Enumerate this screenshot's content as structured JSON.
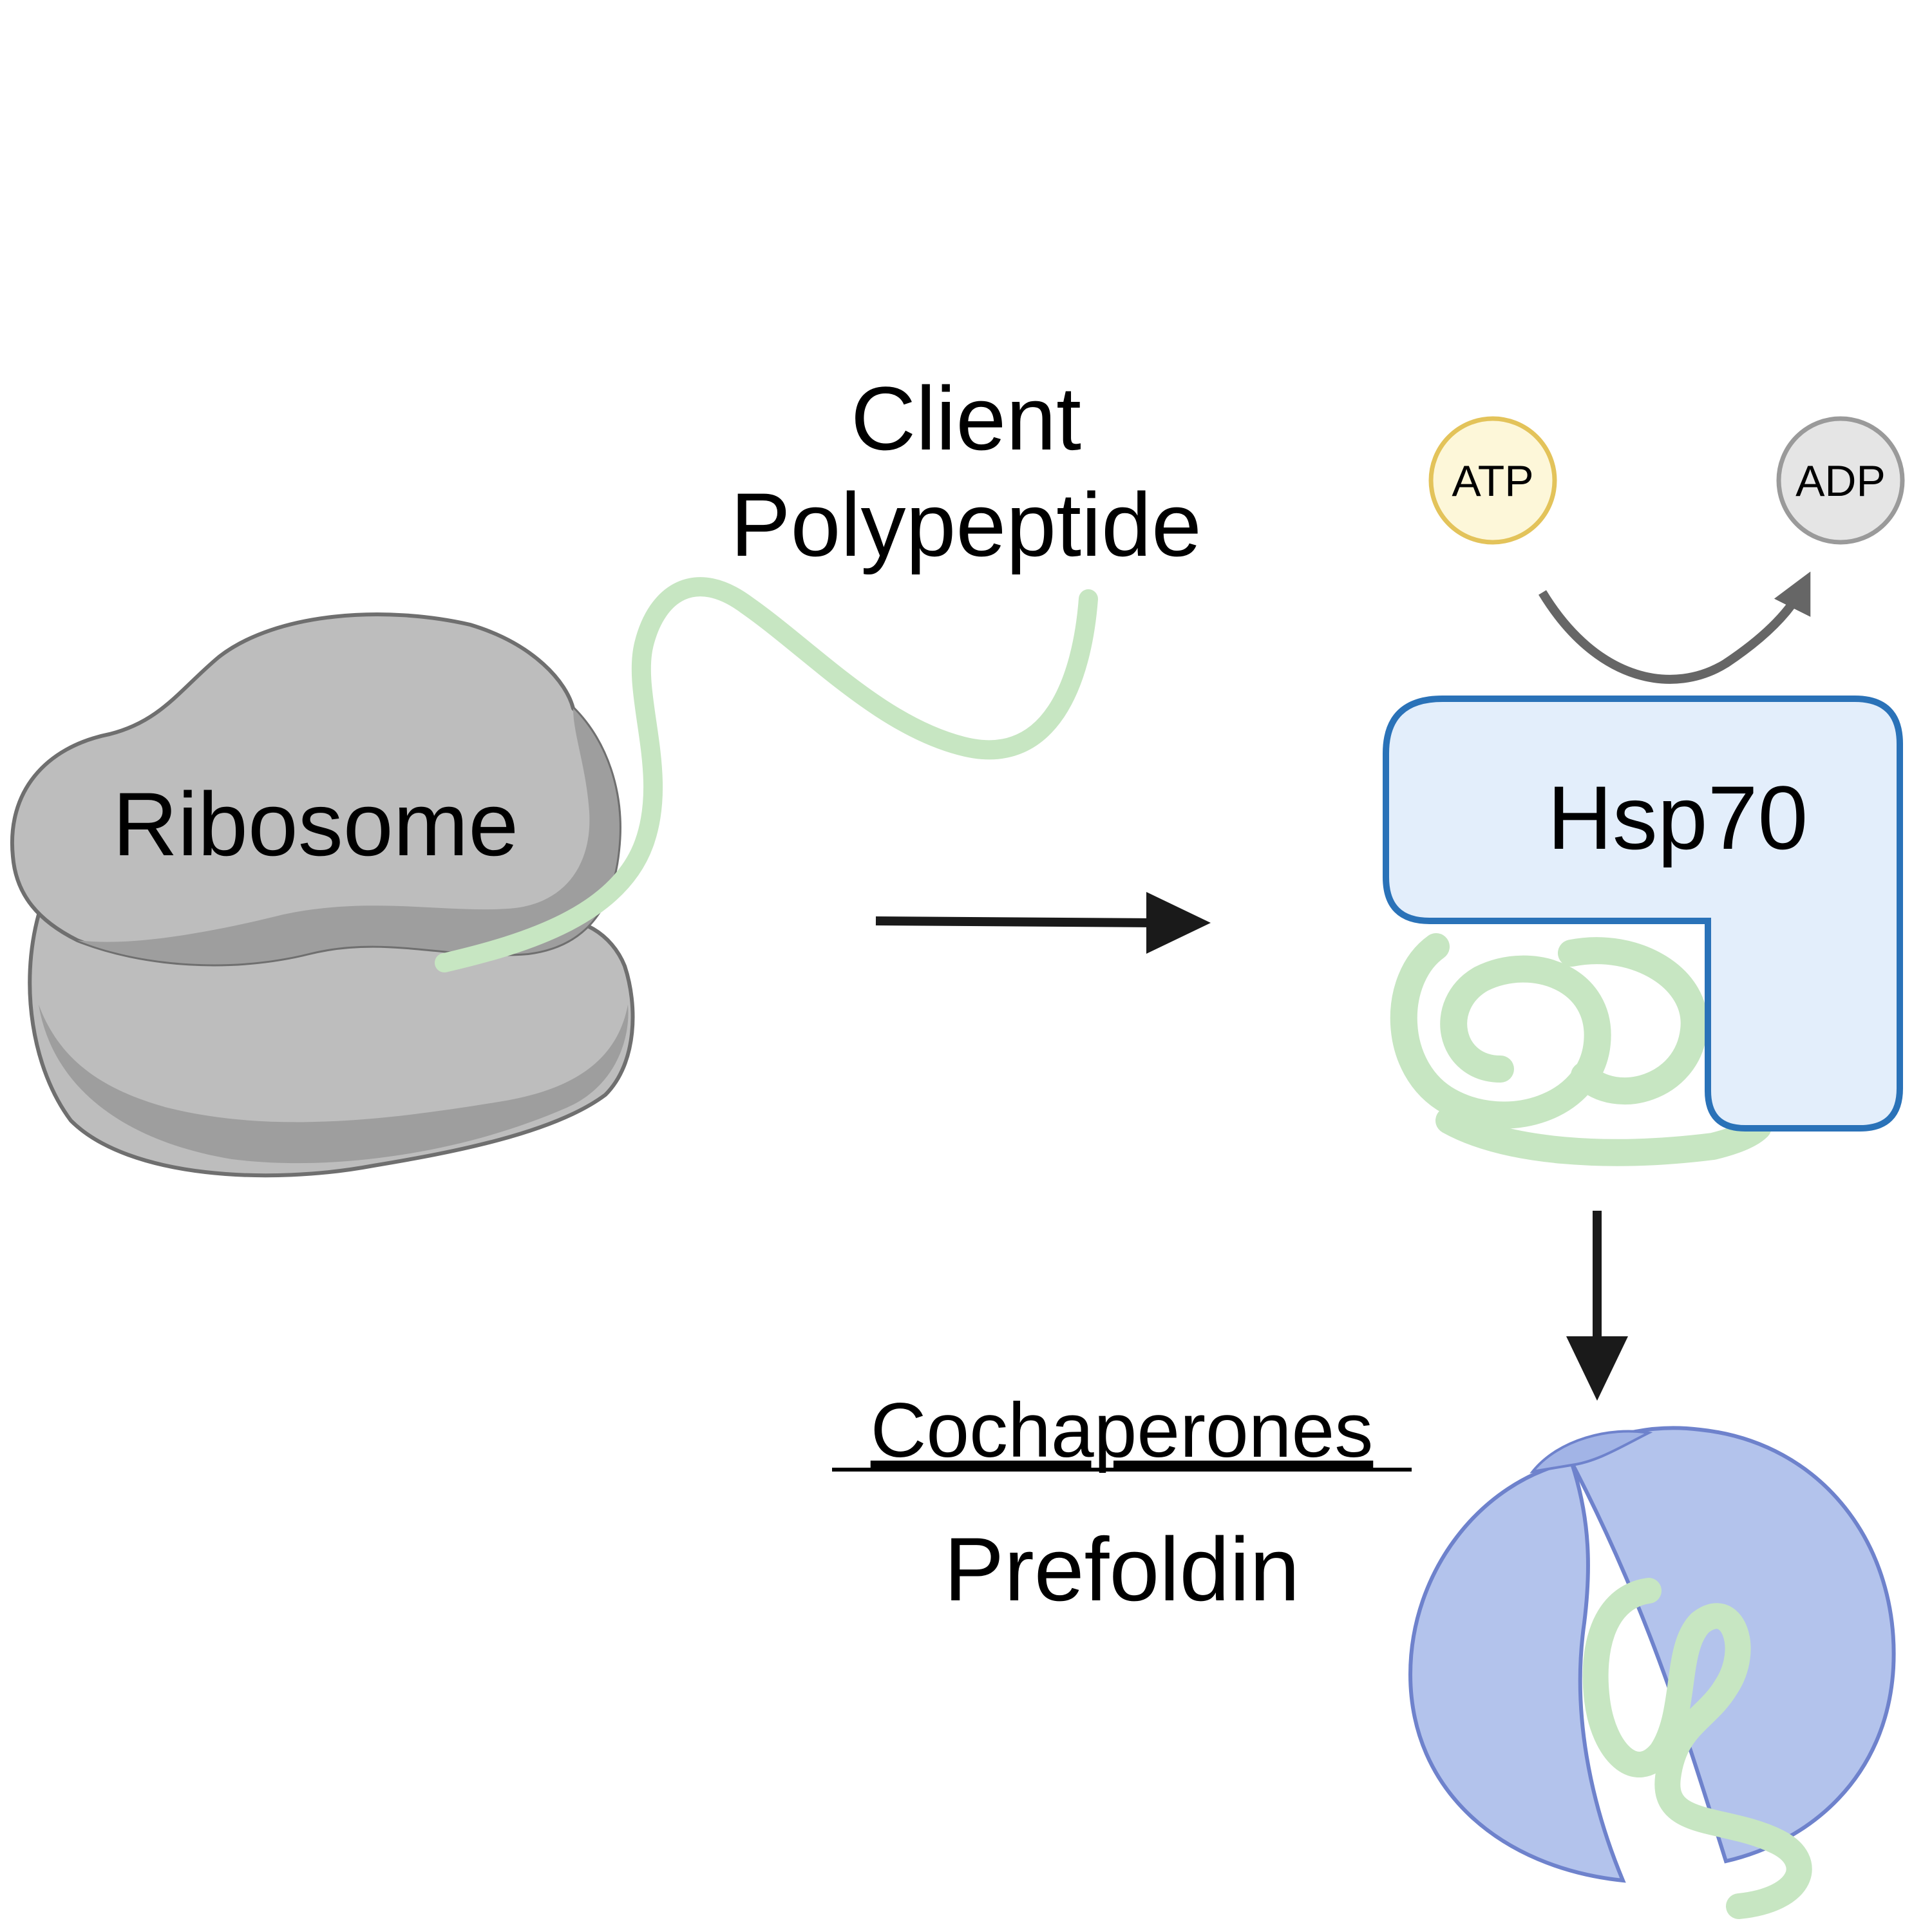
{
  "labels": {
    "client_line1": "Client",
    "client_line2": "Polypeptide",
    "ribosome": "Ribosome",
    "atp": "ATP",
    "adp": "ADP",
    "hsp70": "Hsp70",
    "cochaperones": "Cochaperones",
    "prefoldin": "Prefoldin"
  },
  "colors": {
    "ribosome_light": "#bdbdbd",
    "ribosome_dark": "#9e9e9e",
    "ribosome_outline": "#6f6f6f",
    "polypeptide": "#c7e6c2",
    "hsp70_fill": "#e3eefb",
    "hsp70_outline": "#2a72b8",
    "atp_fill": "#fdf7d9",
    "atp_outline": "#e3c35a",
    "adp_fill": "#e5e5e5",
    "adp_outline": "#9a9a9a",
    "prefoldin_fill": "#b3c3ec",
    "prefoldin_outline": "#6e82cc",
    "arrow": "#1a1a1a",
    "reaction_arrow": "#666666"
  }
}
